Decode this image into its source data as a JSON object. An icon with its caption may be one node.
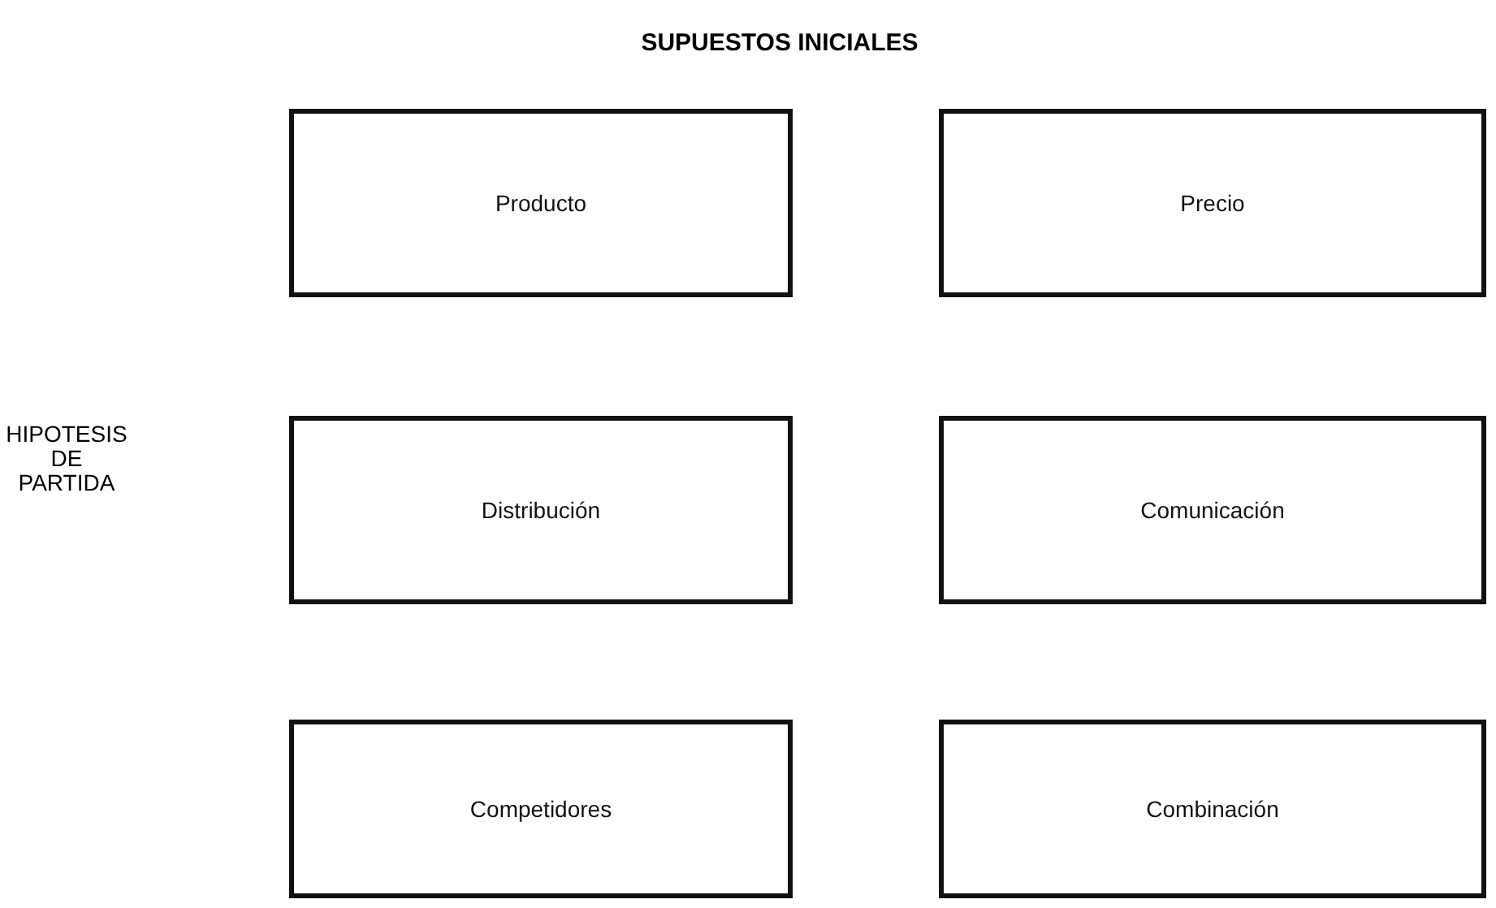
{
  "diagram": {
    "title": "SUPUESTOS INICIALES",
    "nodes": [
      {
        "text": [
          "Producto"
        ]
      },
      {
        "text": [
          "Precio"
        ]
      },
      {
        "text": [
          "Distribución"
        ]
      },
      {
        "text": [
          "Comunicación"
        ]
      },
      {
        "text": [
          "Competidores"
        ]
      },
      {
        "text": [
          "Combinación"
        ]
      }
    ],
    "labels": [
      "HIPOTESIS DE PARTIDA"
    ]
  }
}
